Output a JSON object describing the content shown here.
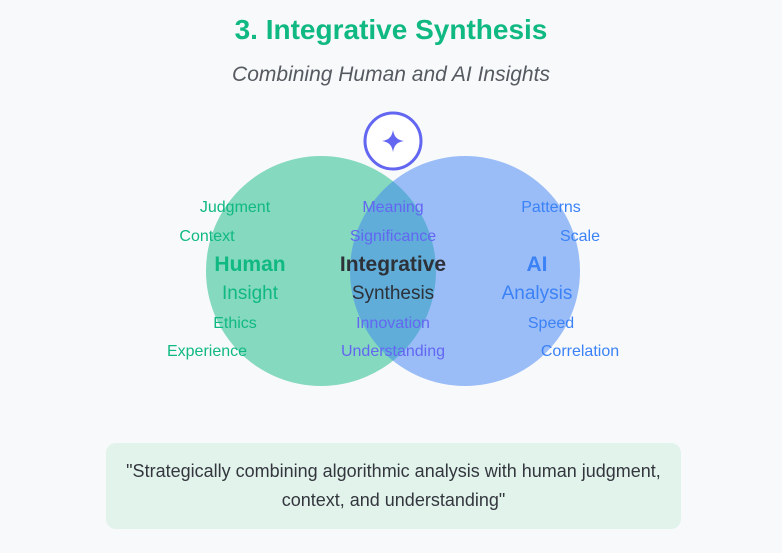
{
  "title": "3. Integrative Synthesis",
  "subtitle": "Combining Human and AI Insights",
  "icon": "sparkle-icon",
  "colors": {
    "human": "#10b981",
    "ai": "#3b82f6",
    "overlap": "#6366f1"
  },
  "human": {
    "title": "Human",
    "subtitle": "Insight",
    "terms": [
      "Judgment",
      "Context",
      "Ethics",
      "Experience"
    ]
  },
  "ai": {
    "title": "AI",
    "subtitle": "Analysis",
    "terms": [
      "Patterns",
      "Scale",
      "Speed",
      "Correlation"
    ]
  },
  "overlap": {
    "title": "Integrative",
    "subtitle": "Synthesis",
    "terms": [
      "Meaning",
      "Significance",
      "Innovation",
      "Understanding"
    ]
  },
  "quote": "\"Strategically combining algorithmic analysis with human judgment, context, and understanding\""
}
